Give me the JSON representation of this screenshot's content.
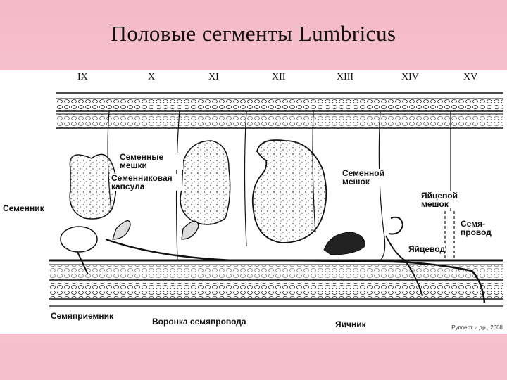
{
  "title": "Половые сегменты Lumbricus",
  "segments": [
    "IX",
    "X",
    "XI",
    "XII",
    "XIII",
    "XIV",
    "XV"
  ],
  "labels": {
    "seminal_vesicles": "Семенные мешки",
    "seminal_capsule": "Семенниковая капсула",
    "testis": "Семенник",
    "seminal_sac": "Семенной мешок",
    "egg_sac": "Яйцевой мешок",
    "sperm_duct": "Семя-провод",
    "oviduct": "Яйцевод",
    "spermatheca": "Семяприемник",
    "sperm_funnel": "Воронка семяпровода",
    "ovary": "Яичник"
  },
  "credit": "Рупперт и др., 2008"
}
